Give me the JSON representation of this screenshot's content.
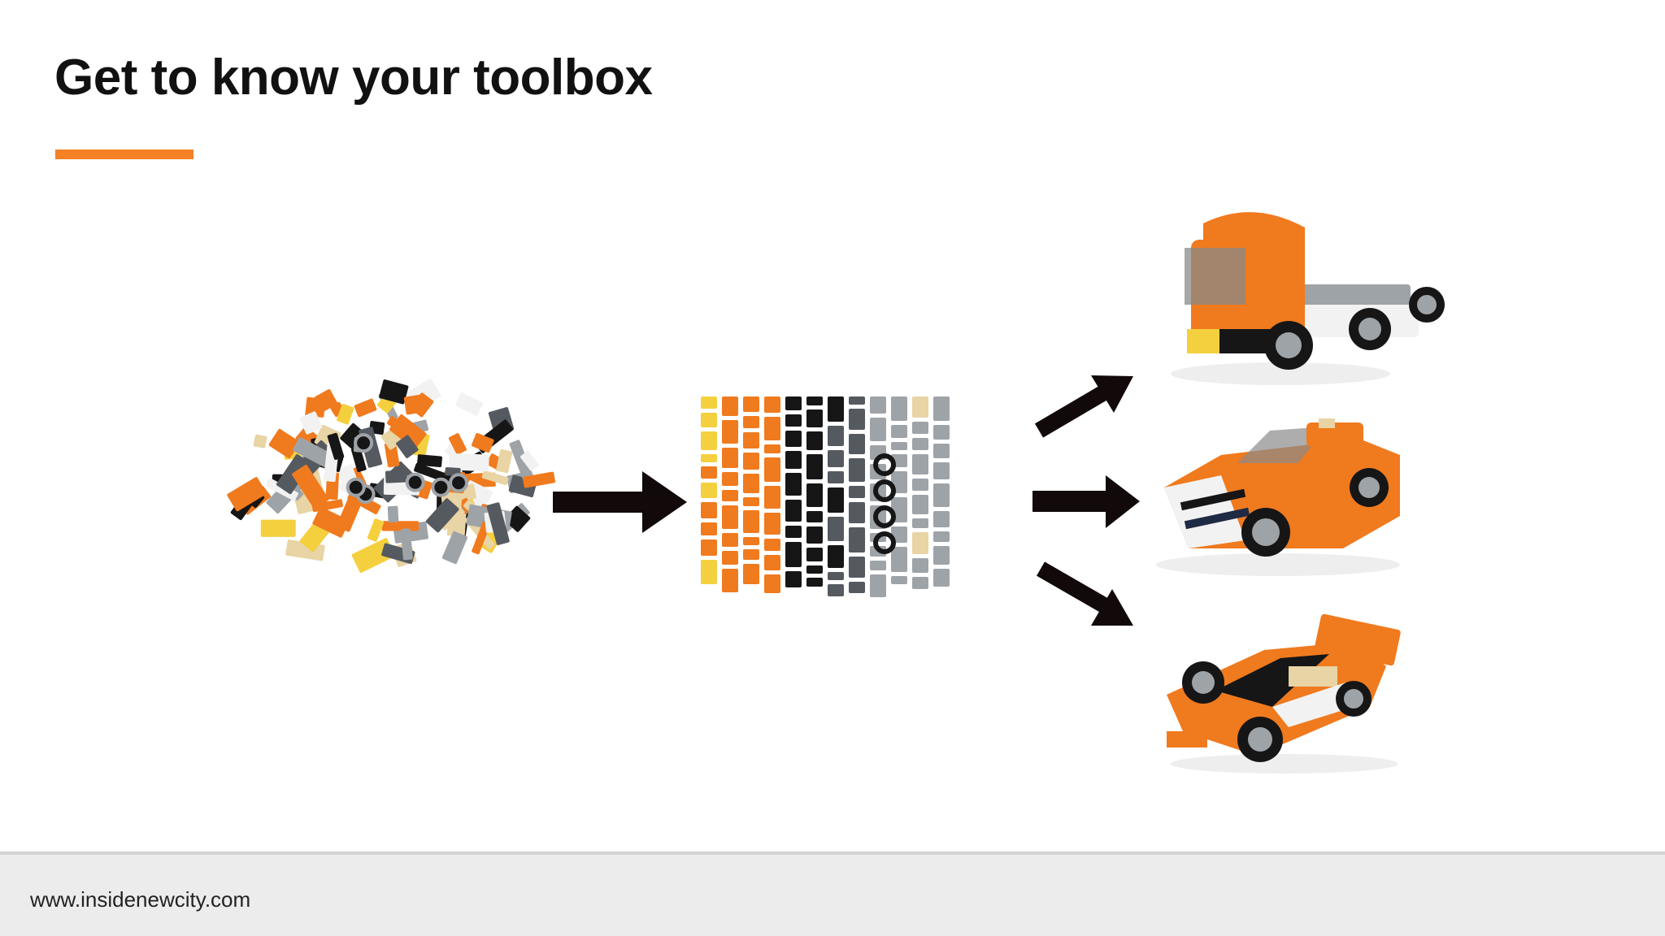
{
  "slide": {
    "title": "Get to know your toolbox",
    "footer_url": "www.insidenewcity.com"
  },
  "colors": {
    "accent": "#f58025",
    "brick_orange": "#f07a1e",
    "brick_black": "#161616",
    "brick_gray": "#9ea3a8",
    "brick_dark_gray": "#555a60",
    "brick_tan": "#e8d4a4",
    "brick_white": "#f2f2f2",
    "brick_yellow": "#f4d03f",
    "arrow": "#120a0a"
  },
  "illustration": {
    "stages": [
      {
        "name": "loose-bricks-pile"
      },
      {
        "name": "sorted-bricks-grid"
      },
      {
        "name": "built-models",
        "models": [
          "orange-truck",
          "orange-convertible",
          "orange-race-car"
        ]
      }
    ]
  }
}
